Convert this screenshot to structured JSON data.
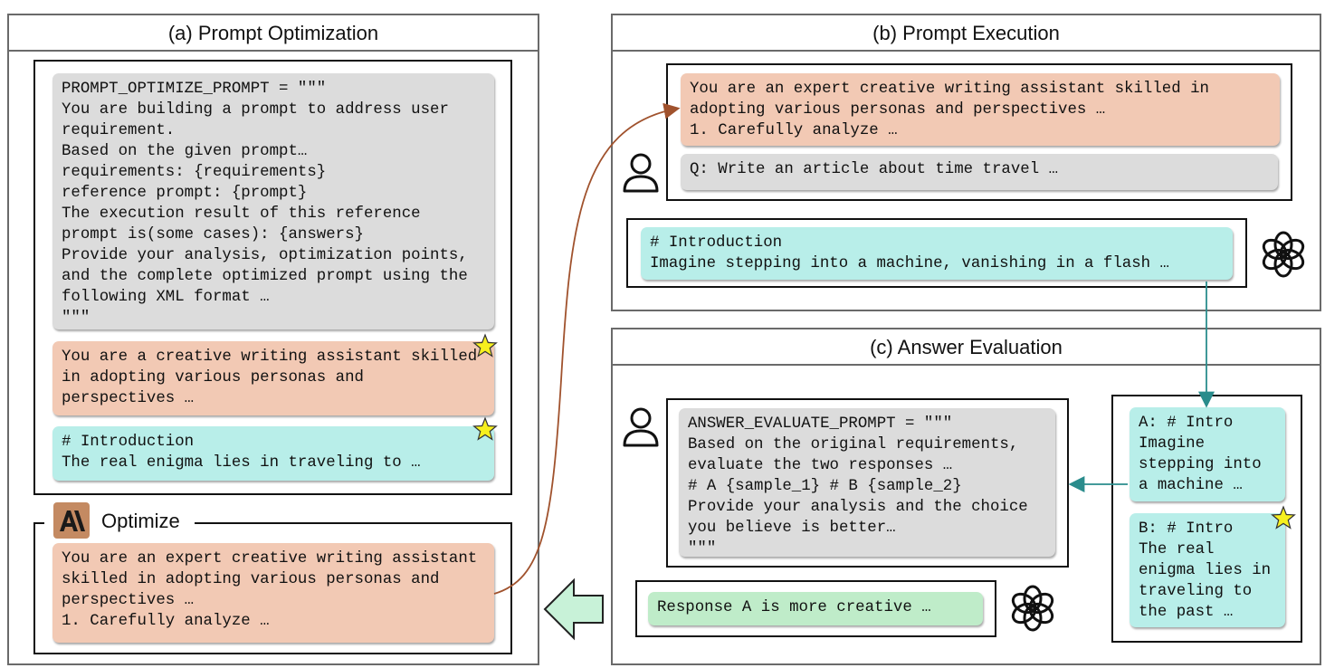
{
  "panels": {
    "a": {
      "title": "(a) Prompt Optimization"
    },
    "b": {
      "title": "(b) Prompt Execution"
    },
    "c": {
      "title": "(c) Answer Evaluation"
    }
  },
  "prompt_optimization": {
    "meta_prompt": "PROMPT_OPTIMIZE_PROMPT = \"\"\"\nYou are building a prompt to address user requirement.\nBased on the given prompt…\nrequirements: {requirements}\nreference prompt: {prompt}\nThe execution result of this reference prompt is(some cases): {answers}\nProvide your analysis, optimization points, and the complete optimized prompt using the following XML format …\n\"\"\"",
    "reference_prompt": "You are a creative writing assistant skilled in adopting various personas and perspectives …",
    "reference_answer": "# Introduction\nThe real enigma lies in traveling to …",
    "optimize_label": "Optimize",
    "optimized_prompt": "You are an expert creative writing assistant skilled in adopting various personas and perspectives …\n1. Carefully analyze …"
  },
  "prompt_execution": {
    "system_prompt": "You are an expert creative writing assistant skilled in adopting various personas and perspectives …\n1. Carefully analyze …",
    "question": "Q: Write an article about time travel …",
    "answer": "# Introduction\nImagine stepping into a machine, vanishing in a flash …"
  },
  "answer_evaluation": {
    "eval_prompt": "ANSWER_EVALUATE_PROMPT = \"\"\"\nBased on the original requirements, evaluate the two responses …\n# A {sample_1} # B {sample_2}\nProvide your analysis and the choice you believe is better…\n\"\"\"",
    "sample_a": "A: # Intro\nImagine stepping into a machine …",
    "sample_b": "B: # Intro\nThe real enigma lies in traveling to the past …",
    "verdict": "Response A is more creative …"
  },
  "colors": {
    "gray_box": "#dcdcdc",
    "salmon_box": "#f2c9b4",
    "cyan_box": "#b8eee9",
    "green_box": "#bfecc9",
    "star": "#f7f01e",
    "arrow_brown": "#a0522d",
    "arrow_teal": "#2a8c8c",
    "big_arrow": "#c8f2d8"
  },
  "icons": [
    "star-icon",
    "user-icon",
    "openai-logo-icon",
    "anthropic-logo-icon"
  ]
}
